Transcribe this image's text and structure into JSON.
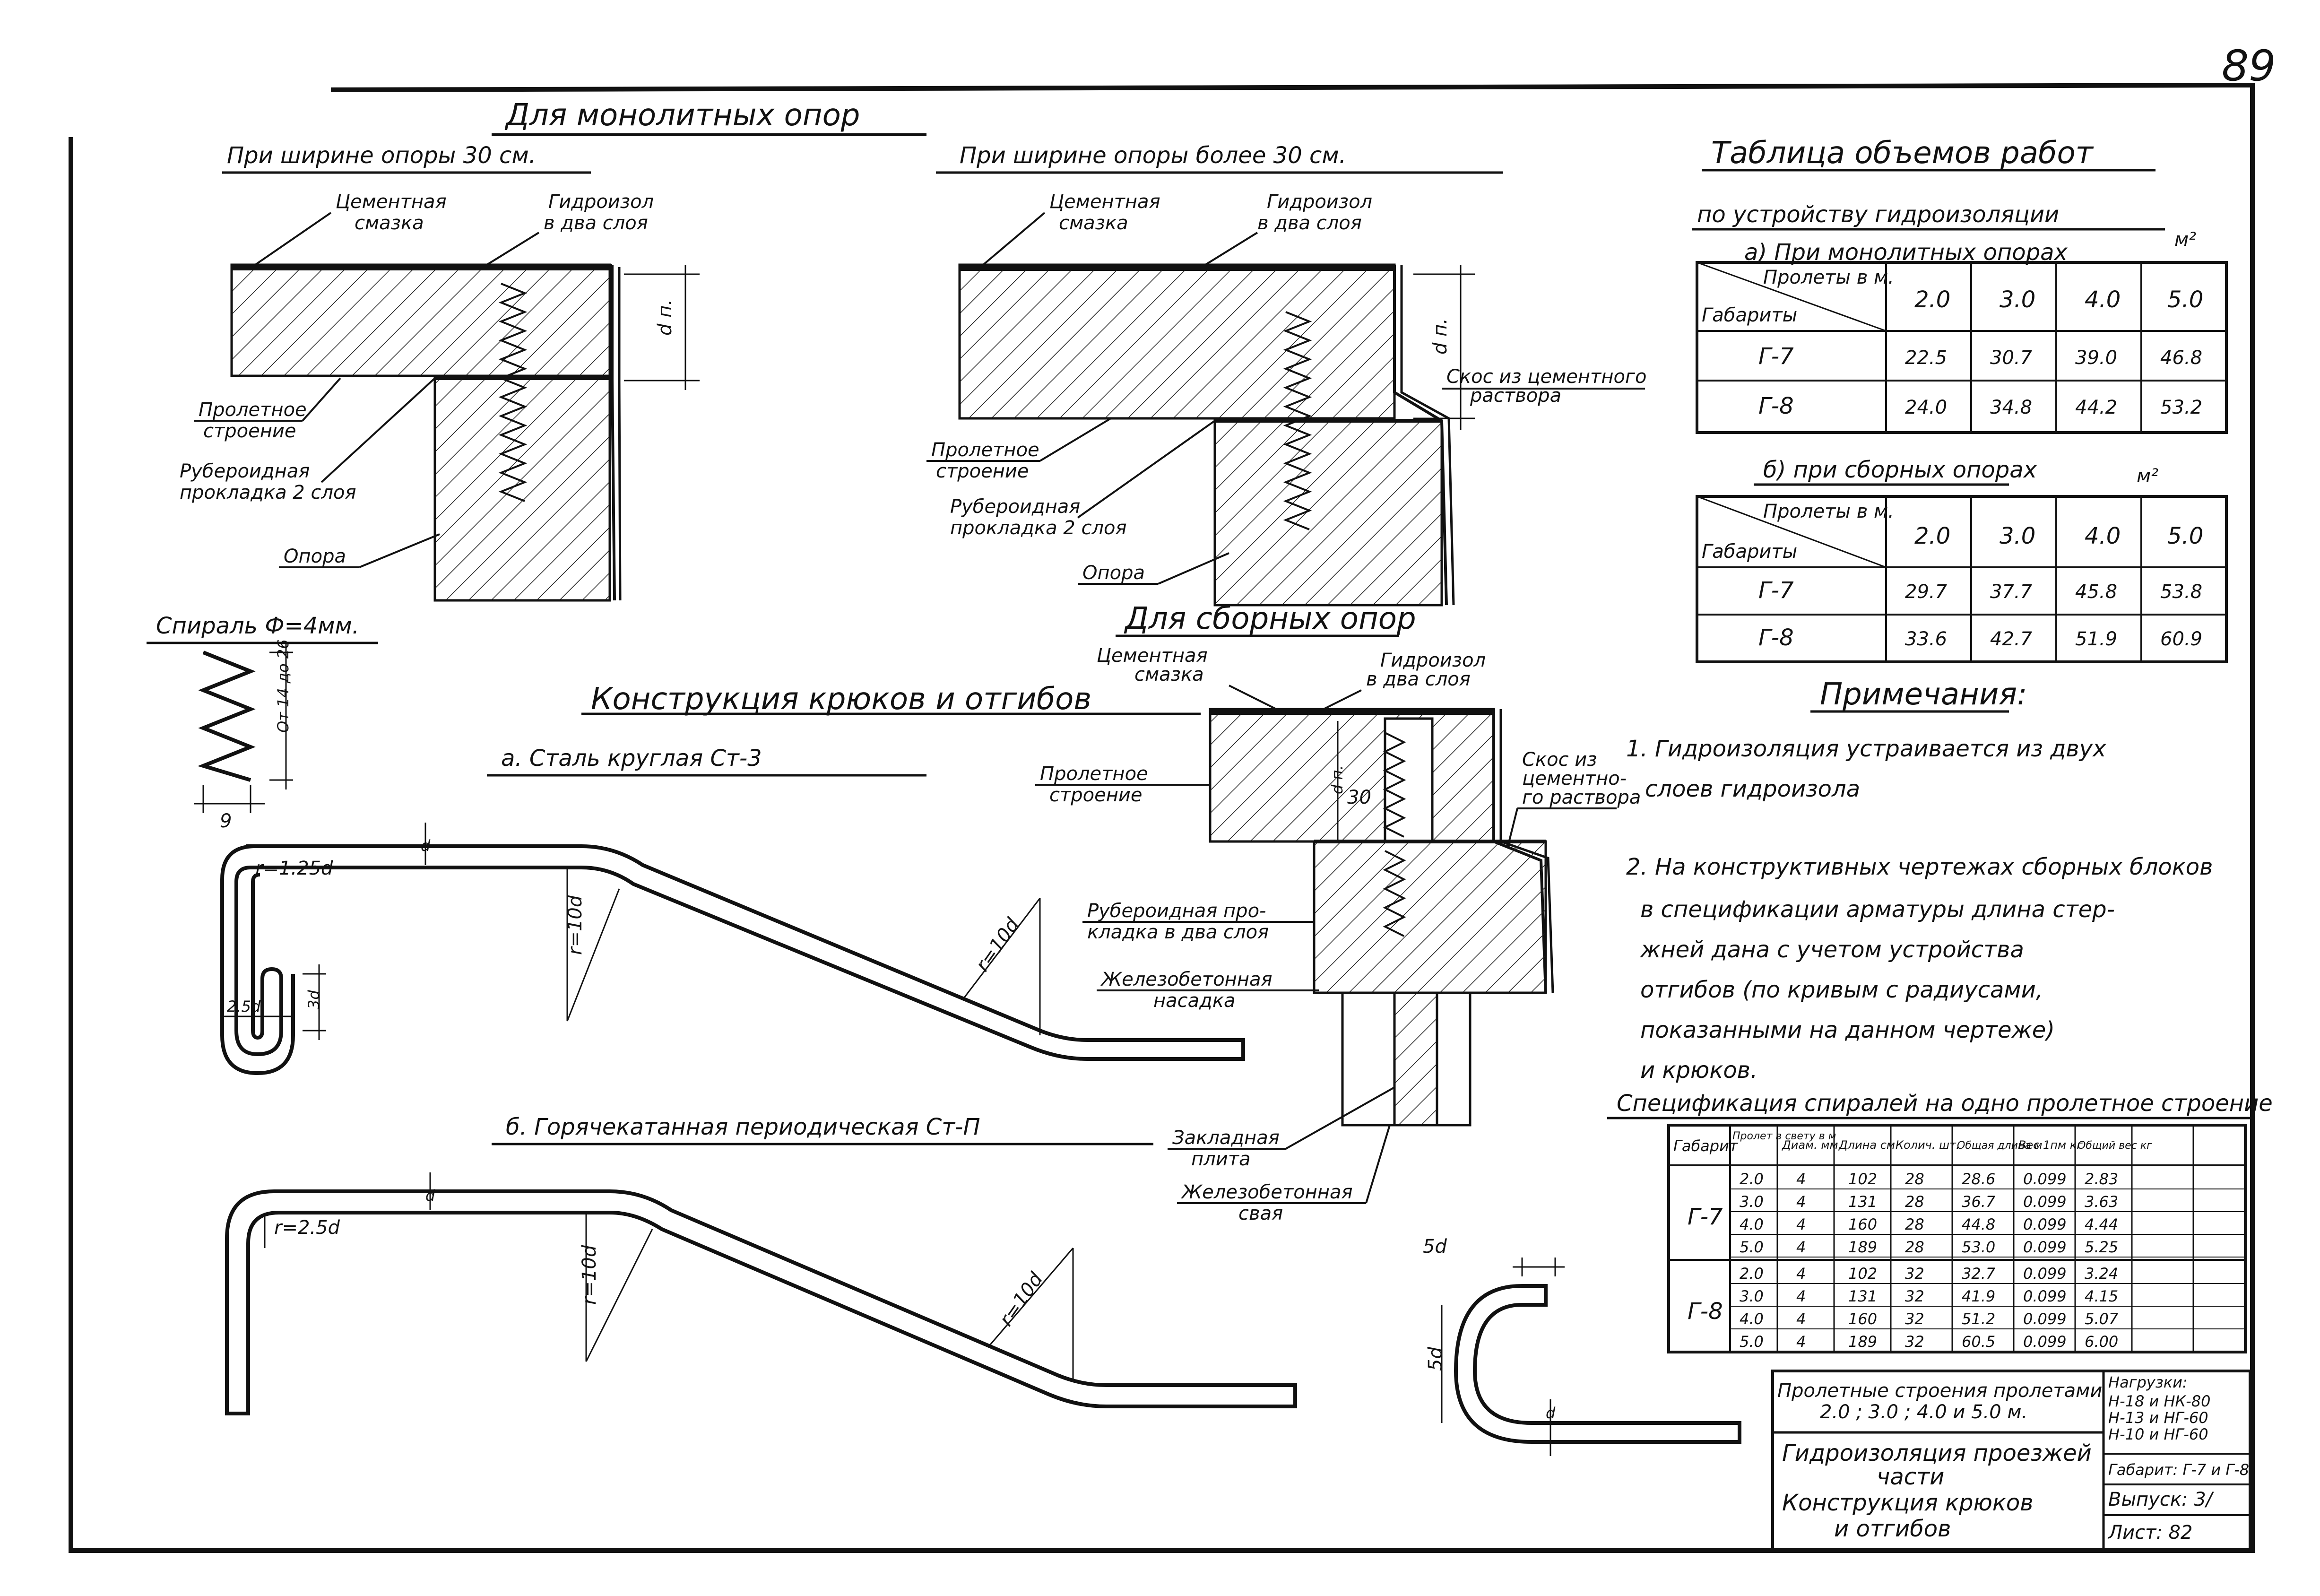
{
  "page_number": "89",
  "monolithic": {
    "title": "Для монолитных опор",
    "left_title": "При ширине опоры 30 см.",
    "right_title": "При ширине опоры более 30 см.",
    "labels": {
      "cement": "Цементная смазка",
      "hydroizol": "Гидроизол в два слоя",
      "span": "Пролетное строение",
      "ruberoid": "Рубероидная прокладка 2 слоя",
      "support": "Опора",
      "bevel": "Скос из цементного раствора",
      "dn": "d п."
    }
  },
  "spiral": {
    "title": "Спираль Ф=4мм.",
    "height": "От 14 до 26",
    "width": "9"
  },
  "hooks": {
    "title": "Конструкция крюков и отгибов",
    "a_title": "а. Сталь круглая Ст-3",
    "b_title": "б. Горячекатанная периодическая Ст-П",
    "a_r_small": "r=1.25d",
    "a_d": "d",
    "a_r10": "r=10d",
    "a_3d": "3d",
    "a_2_5d": "2.5d",
    "b_r_small": "r=2.5d",
    "b_d": "d",
    "b_r10": "r=10d",
    "hook5d_top": "5d",
    "hook5d_side": "5d",
    "hook5d_d": "d"
  },
  "prefab": {
    "title": "Для сборных опор",
    "cement": "Цементная смазка",
    "hydroizol": "Гидроизол в два слоя",
    "span": "Пролетное строение",
    "bevel": "Скос из цементного раствора",
    "ruberoid": "Рубероидная прокладка в два слоя",
    "cap": "Железобетонная насадка",
    "plate": "Закладная плита",
    "pile": "Железобетонная свая",
    "dim30": "30",
    "dn": "d п."
  },
  "volumes": {
    "title": "Таблица объемов работ",
    "subtitle": "по устройству гидроизоляции",
    "unit": "м²",
    "a_title": "а) При монолитных опорах",
    "b_title": "б) при сборных опорах",
    "head_spans": "Пролеты в м.",
    "head_gab": "Габариты",
    "spans": [
      "2.0",
      "3.0",
      "4.0",
      "5.0"
    ],
    "a_rows": [
      {
        "gab": "Г-7",
        "vals": [
          "22.5",
          "30.7",
          "39.0",
          "46.8"
        ]
      },
      {
        "gab": "Г-8",
        "vals": [
          "24.0",
          "34.8",
          "44.2",
          "53.2"
        ]
      }
    ],
    "b_rows": [
      {
        "gab": "Г-7",
        "vals": [
          "29.7",
          "37.7",
          "45.8",
          "53.8"
        ]
      },
      {
        "gab": "Г-8",
        "vals": [
          "33.6",
          "42.7",
          "51.9",
          "60.9"
        ]
      }
    ]
  },
  "notes": {
    "title": "Примечания:",
    "lines": [
      "1. Гидроизоляция устраивается из двух",
      "слоев гидроизола",
      "2. На конструктивных чертежах сборных блоков",
      "в спецификации арматуры длина стер-",
      "жней дана с учетом устройства",
      "отгибов (по кривым с радиусами,",
      "показанными на данном чертеже)",
      "и крюков."
    ]
  },
  "spec": {
    "title": "Спецификация спиралей на одно пролетное строение",
    "headers": [
      "Габарит",
      "Пролет в свету в м",
      "Диам. мм.",
      "Длина см",
      "Колич. шт.",
      "Общая длина м",
      "Вес 1пм кг",
      "Общий вес кг"
    ],
    "groups": [
      {
        "gab": "Г-7",
        "rows": [
          [
            "2.0",
            "4",
            "102",
            "28",
            "28.6",
            "0.099",
            "2.83"
          ],
          [
            "3.0",
            "4",
            "131",
            "28",
            "36.7",
            "0.099",
            "3.63"
          ],
          [
            "4.0",
            "4",
            "160",
            "28",
            "44.8",
            "0.099",
            "4.44"
          ],
          [
            "5.0",
            "4",
            "189",
            "28",
            "53.0",
            "0.099",
            "5.25"
          ]
        ]
      },
      {
        "gab": "Г-8",
        "rows": [
          [
            "2.0",
            "4",
            "102",
            "32",
            "32.7",
            "0.099",
            "3.24"
          ],
          [
            "3.0",
            "4",
            "131",
            "32",
            "41.9",
            "0.099",
            "4.15"
          ],
          [
            "4.0",
            "4",
            "160",
            "32",
            "51.2",
            "0.099",
            "5.07"
          ],
          [
            "5.0",
            "4",
            "189",
            "32",
            "60.5",
            "0.099",
            "6.00"
          ]
        ]
      }
    ]
  },
  "stamp": {
    "title1": "Пролетные строения пролетами",
    "title2": "2.0 ; 3.0 ; 4.0 и 5.0 м.",
    "loads_label": "Нагрузки:",
    "loads": [
      "Н-18 и НК-80",
      "Н-13 и НГ-60",
      "Н-10 и НГ-60"
    ],
    "main1": "Гидроизоляция проезжей",
    "main2": "части",
    "main3": "Конструкция крюков",
    "main4": "и отгибов",
    "gabarit": "Габарит: Г-7 и Г-8",
    "vypusk": "Выпуск: 3/",
    "list": "Лист: 82"
  }
}
